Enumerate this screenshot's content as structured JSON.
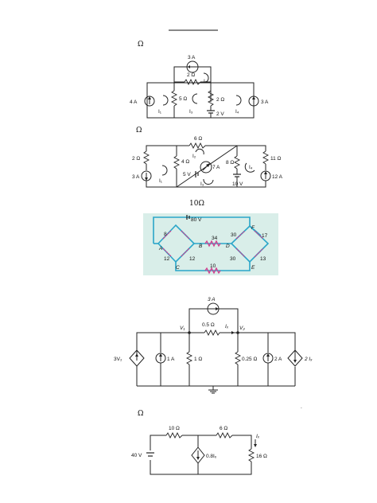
{
  "header": {
    "underline": true
  },
  "problems": [
    {
      "id": "p1",
      "marker": "Ω",
      "labels": {
        "src_top": "3 A",
        "r_top": "2 Ω",
        "i2": "I₂",
        "src_left": "4 A",
        "i1": "I₁",
        "r_mid1": "5 Ω",
        "i3": "I₃",
        "r_mid2": "2 Ω",
        "i4": "I₄",
        "src_right": "3 A",
        "v_src": "2 V"
      }
    },
    {
      "id": "p2",
      "marker": "Ω",
      "labels": {
        "r_top": "6 Ω",
        "i2": "I₂",
        "r_left": "2 Ω",
        "r_4": "4 Ω",
        "v5": "5 V",
        "i7": "7 A",
        "r_8": "8 Ω",
        "i4": "I₄",
        "r_11": "11 Ω",
        "src_left": "3 A",
        "i1": "I₁",
        "i3": "I₃",
        "v10": "10 V",
        "src_right": "12 A"
      }
    },
    {
      "id": "p3",
      "marker": "10Ω",
      "labels": {
        "v_top": "80 V",
        "r_8": "8",
        "r_34": "34",
        "r_30": "30",
        "r_17": "17",
        "r_12a": "12",
        "r_12b": "12",
        "r_30b": "30",
        "r_13": "13",
        "r_10": "10",
        "node_a": "A",
        "node_b": "B",
        "node_c": "C",
        "node_d": "D",
        "node_e": "E",
        "node_f": "F"
      }
    },
    {
      "id": "p4",
      "labels": {
        "src_top": "3 A",
        "r_05": "0.5 Ω",
        "ix": "Iₓ",
        "v1": "V₁",
        "v2": "V₂",
        "dep_v": "3V₂",
        "src_1a": "1 A",
        "r_1": "1 Ω",
        "r_025": "0.25 Ω",
        "src_2a": "2 A",
        "dep_i": "2 Iₓ"
      }
    },
    {
      "id": "p5",
      "marker": "Ω",
      "labels": {
        "r_10": "10 Ω",
        "r_6": "6 Ω",
        "ix": "Iₓ",
        "v40": "40 V",
        "dep": "0.8Iₓ",
        "r_16": "16 Ω"
      }
    }
  ],
  "footer": {
    "dot": "."
  }
}
